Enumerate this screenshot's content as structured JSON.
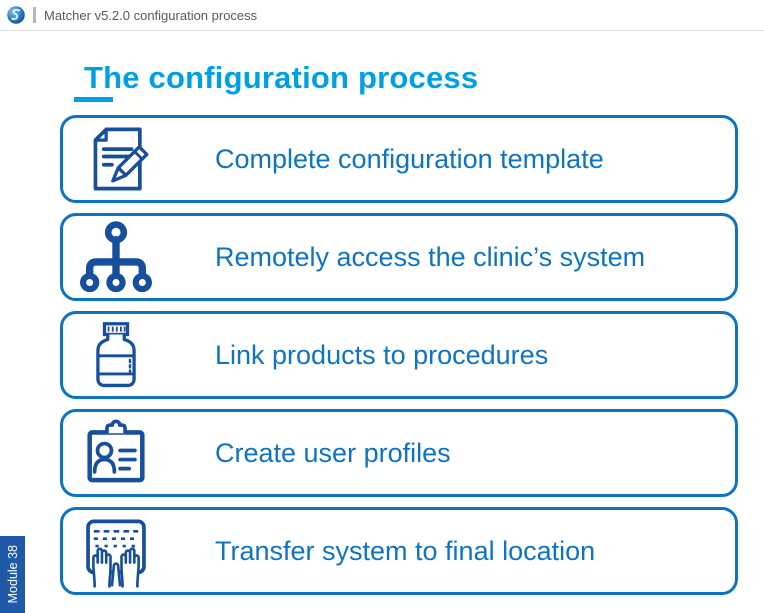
{
  "header": {
    "app_title": "Matcher v5.2.0 configuration process",
    "logo_icon": "sphere-swirl-logo"
  },
  "title": "The configuration process",
  "steps": [
    {
      "label": "Complete configuration template",
      "icon": "document-pencil-icon"
    },
    {
      "label": "Remotely access the clinic’s system",
      "icon": "hierarchy-nodes-icon"
    },
    {
      "label": "Link products to procedures",
      "icon": "pill-bottle-icon"
    },
    {
      "label": "Create user profiles",
      "icon": "id-badge-icon"
    },
    {
      "label": "Transfer system to final location",
      "icon": "keyboard-hands-icon"
    }
  ],
  "module_badge": "Module 38",
  "colors": {
    "accent_cyan": "#00a1e4",
    "row_blue": "#0d74c4",
    "icon_navy": "#174f9c",
    "module_bar_blue": "#1e5aa8",
    "header_text_gray": "#595959"
  }
}
